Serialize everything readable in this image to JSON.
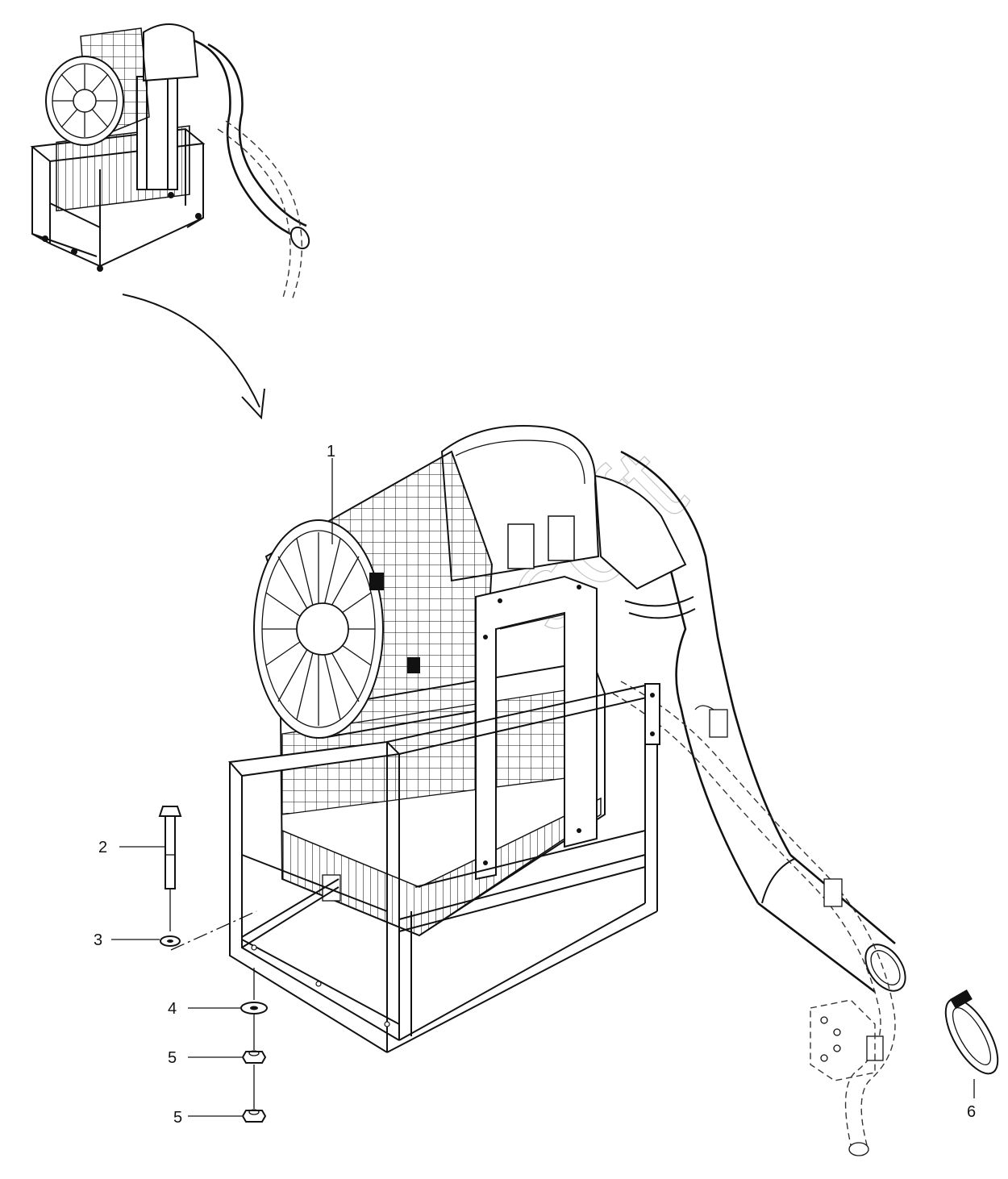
{
  "watermark": "soft",
  "callouts": [
    {
      "label": "1"
    },
    {
      "label": "2"
    },
    {
      "label": "3"
    },
    {
      "label": "4"
    },
    {
      "label": "5"
    },
    {
      "label": "5"
    },
    {
      "label": "6"
    }
  ]
}
